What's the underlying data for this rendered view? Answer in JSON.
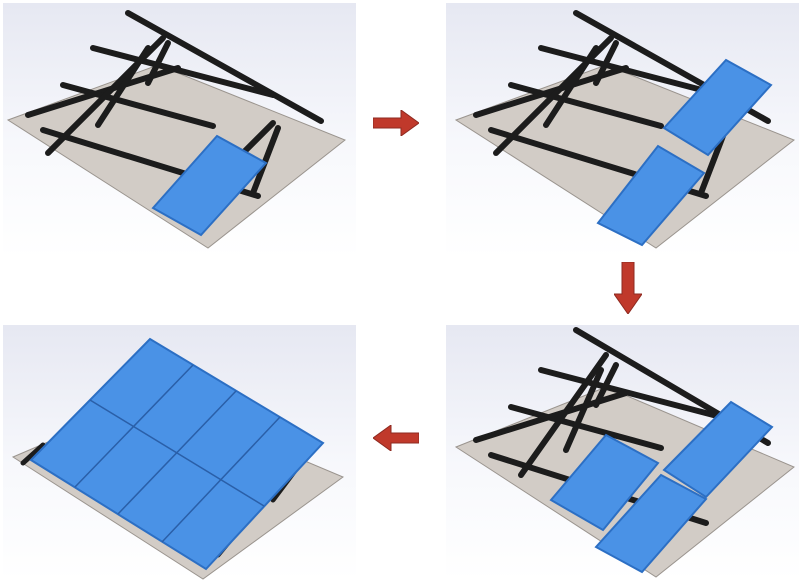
{
  "diagram": {
    "steps": [
      {
        "id": "step-1",
        "panels_installed": 1
      },
      {
        "id": "step-2",
        "panels_installed": 2
      },
      {
        "id": "step-3",
        "panels_installed": 3
      },
      {
        "id": "step-4",
        "panels_installed": 8
      }
    ],
    "arrows": [
      {
        "from": "step-1",
        "to": "step-2",
        "direction": "right"
      },
      {
        "from": "step-2",
        "to": "step-3",
        "direction": "down"
      },
      {
        "from": "step-3",
        "to": "step-4",
        "direction": "left"
      }
    ],
    "colors": {
      "panel_bg_top": "#e6e8f2",
      "roof_plate": "#d2ccc6",
      "rail": "#1c1c1c",
      "solar_panel": "#4a92e6",
      "solar_panel_edge": "#2c6fc4",
      "arrow": "#c0392b"
    }
  }
}
